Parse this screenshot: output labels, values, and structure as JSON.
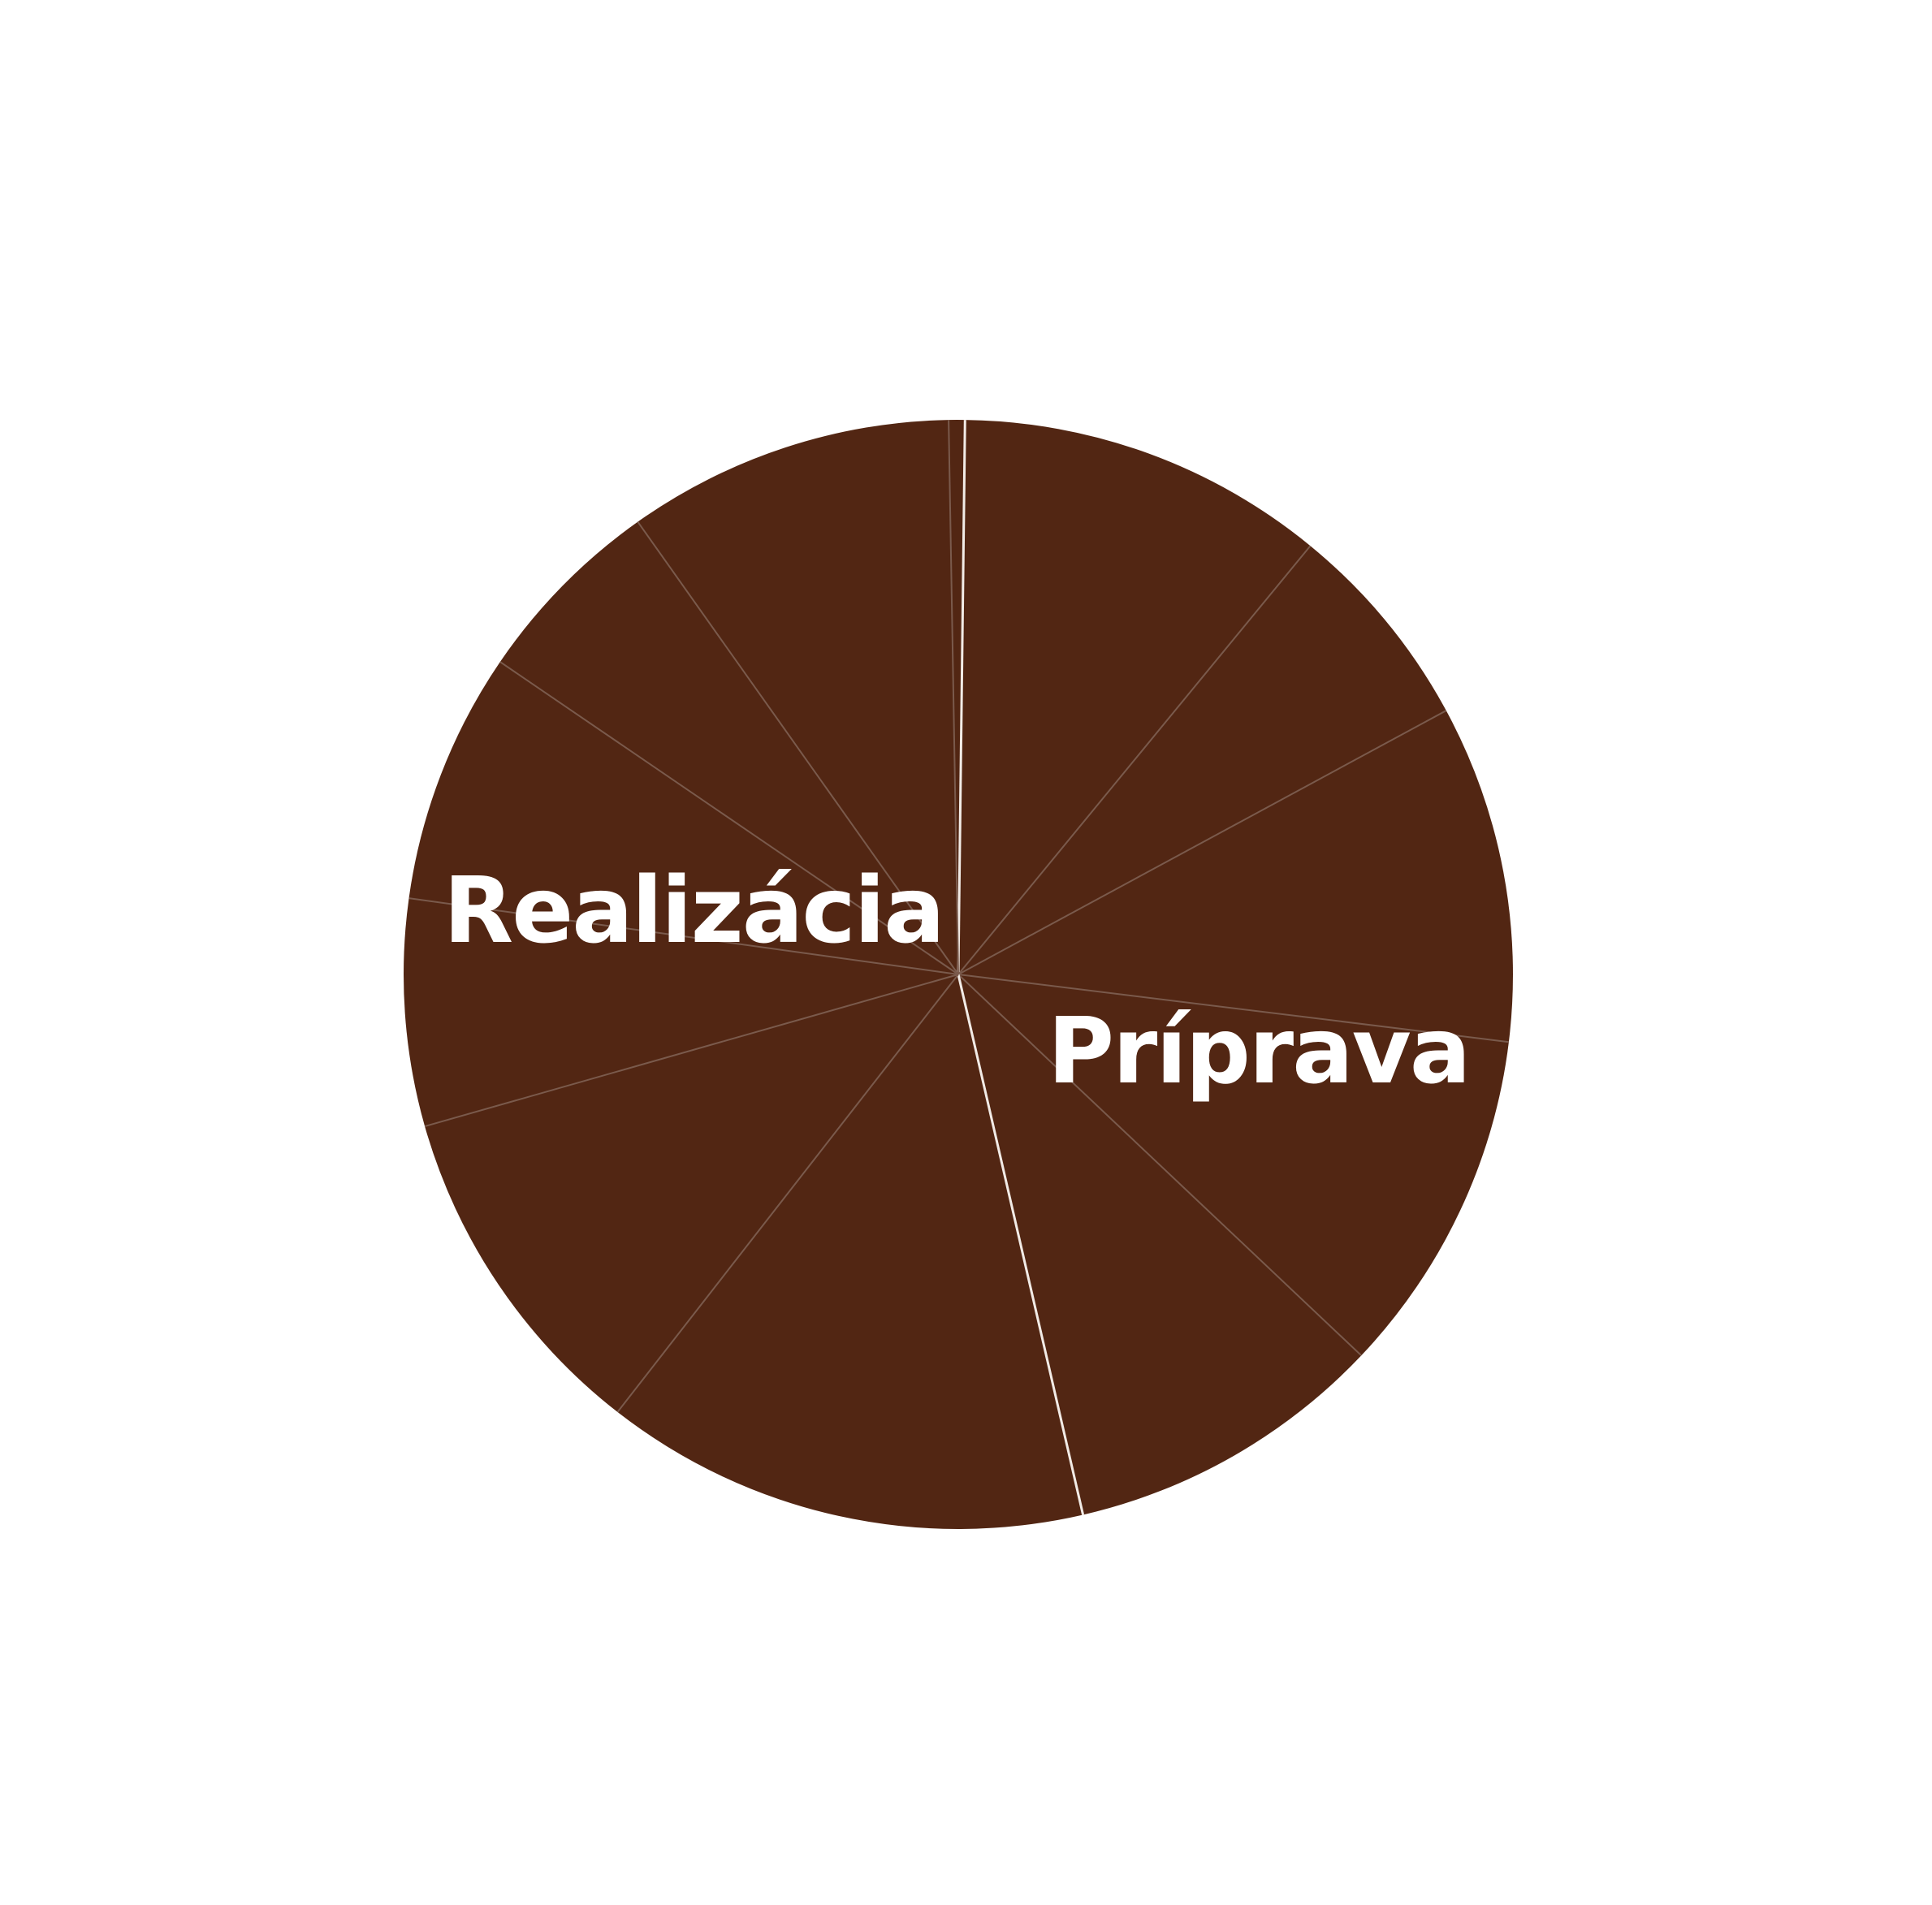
{
  "colors": {
    "background": "#ffffff",
    "wedge_fill": "#522613",
    "divider_minor": "#7a5a4c",
    "divider_major": "#f2ebe6",
    "label_text": "#ffffff"
  },
  "wheel": {
    "segments": [
      {
        "id": "segment-1"
      },
      {
        "id": "segment-2"
      },
      {
        "id": "segment-3"
      },
      {
        "id": "segment-4"
      },
      {
        "id": "segment-5"
      },
      {
        "id": "segment-6"
      },
      {
        "id": "segment-7"
      },
      {
        "id": "segment-8"
      },
      {
        "id": "segment-9"
      },
      {
        "id": "segment-10"
      },
      {
        "id": "segment-11"
      },
      {
        "id": "segment-12"
      }
    ],
    "phases": [
      {
        "label": "Príprava"
      },
      {
        "label": "Realizácia"
      }
    ]
  }
}
